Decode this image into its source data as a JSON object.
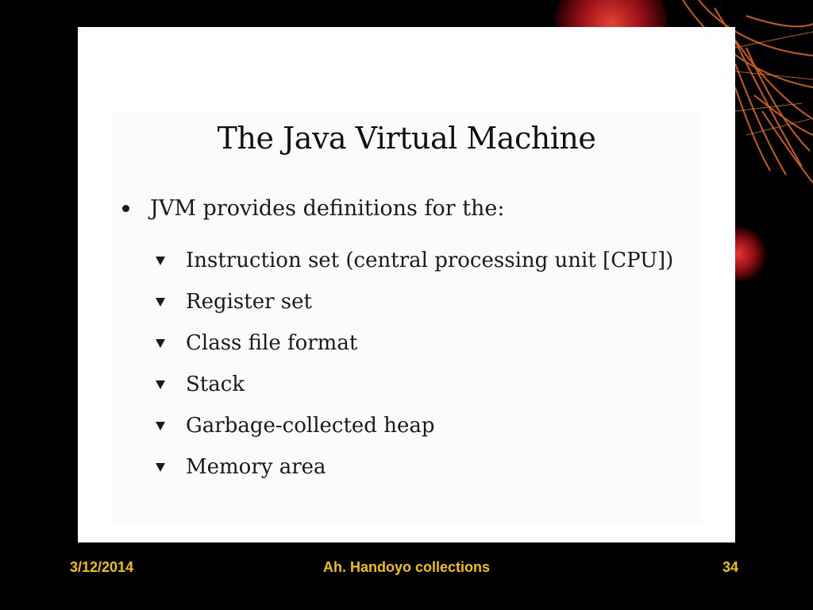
{
  "slide": {
    "title": "The Java Virtual Machine",
    "main_bullet": "JVM provides definitions for the:",
    "sub_items": [
      "Instruction set (central processing unit [CPU])",
      "Register set",
      "Class file format",
      "Stack",
      "Garbage-collected heap",
      "Memory area"
    ]
  },
  "footer": {
    "date": "3/12/2014",
    "author": "Ah. Handoyo collections",
    "page_number": "34"
  },
  "colors": {
    "background": "#000000",
    "footer_text": "#f2c200",
    "slide_bg": "#ffffff",
    "decor_accent": "#e05a1a"
  },
  "icons": {
    "main_bullet": "bullet-dot-icon",
    "sub_bullet": "triangle-down-bullet-icon",
    "decoration": "fireworks-orb-decoration"
  }
}
